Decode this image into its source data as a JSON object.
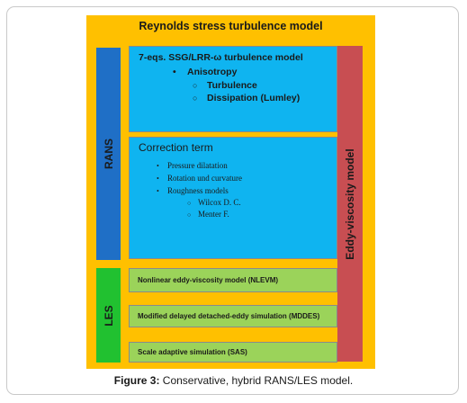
{
  "outer": {
    "title": "Reynolds stress turbulence model"
  },
  "side": {
    "rans": "RANS",
    "les": "LES",
    "eddy": "Eddy-viscosity model"
  },
  "box1": {
    "title": "7-eqs. SSG/LRR-ω turbulence model",
    "bullet": "•",
    "circle": "○",
    "item1": "Anisotropy",
    "item2": "Turbulence",
    "item3": "Dissipation (Lumley)"
  },
  "box2": {
    "title": "Correction term",
    "bullet": "•",
    "circle": "○",
    "items": [
      "Pressure dilatation",
      "Rotation und curvature",
      "Roughness models"
    ],
    "subitems": [
      "Wilcox D. C.",
      "Menter F."
    ]
  },
  "les_boxes": [
    "Nonlinear eddy-viscosity model (NLEVM)",
    "Modified delayed detached-eddy simulation (MDDES)",
    "Scale adaptive simulation (SAS)"
  ],
  "caption": {
    "label": "Figure 3:",
    "text": " Conservative, hybrid RANS/LES model."
  },
  "colors": {
    "outer": "#ffc000",
    "rans": "#1f6fc6",
    "les": "#21c130",
    "eddy": "#c84e52",
    "blue_box": "#0fb4f0",
    "green_box": "#9bd35a"
  }
}
